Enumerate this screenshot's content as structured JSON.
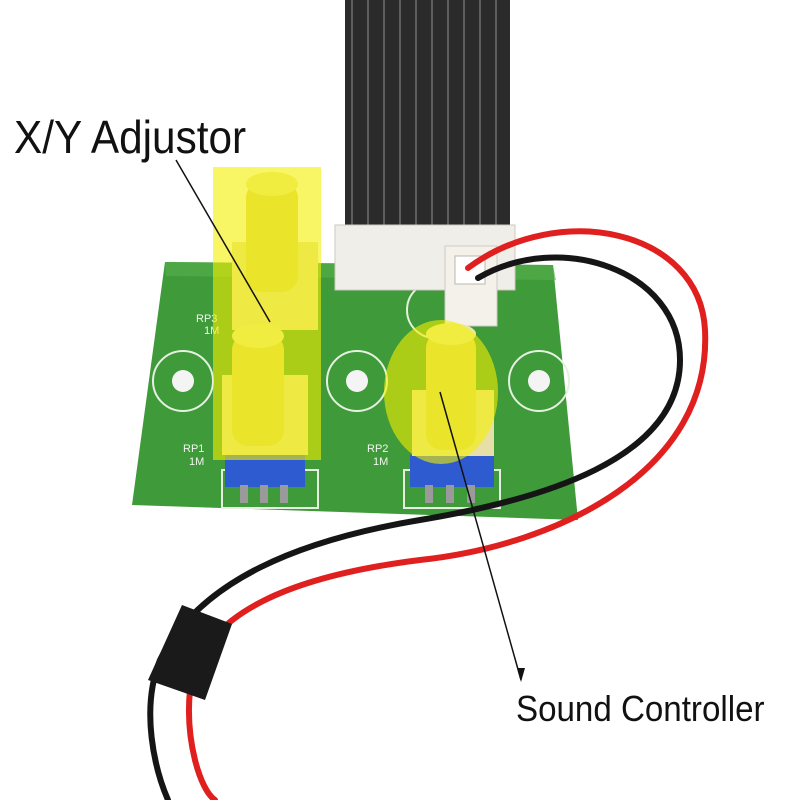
{
  "annotations": {
    "xy_adjustor": "X/Y Adjustor",
    "sound_controller": "Sound Controller"
  },
  "silkscreen": {
    "rp3": "RP3",
    "rp3_value": "1M",
    "rp1": "RP1",
    "rp1_value": "1M",
    "rp2": "RP2",
    "rp2_value": "1M"
  },
  "colors": {
    "pcb": "#3f9a3a",
    "highlight": "#f5f000",
    "wire_red": "#e0201e",
    "wire_black": "#151515",
    "cable_gray": "#2a2a2a",
    "pot_blue": "#2f5bd0",
    "knob_yellow": "#d9d36a"
  }
}
